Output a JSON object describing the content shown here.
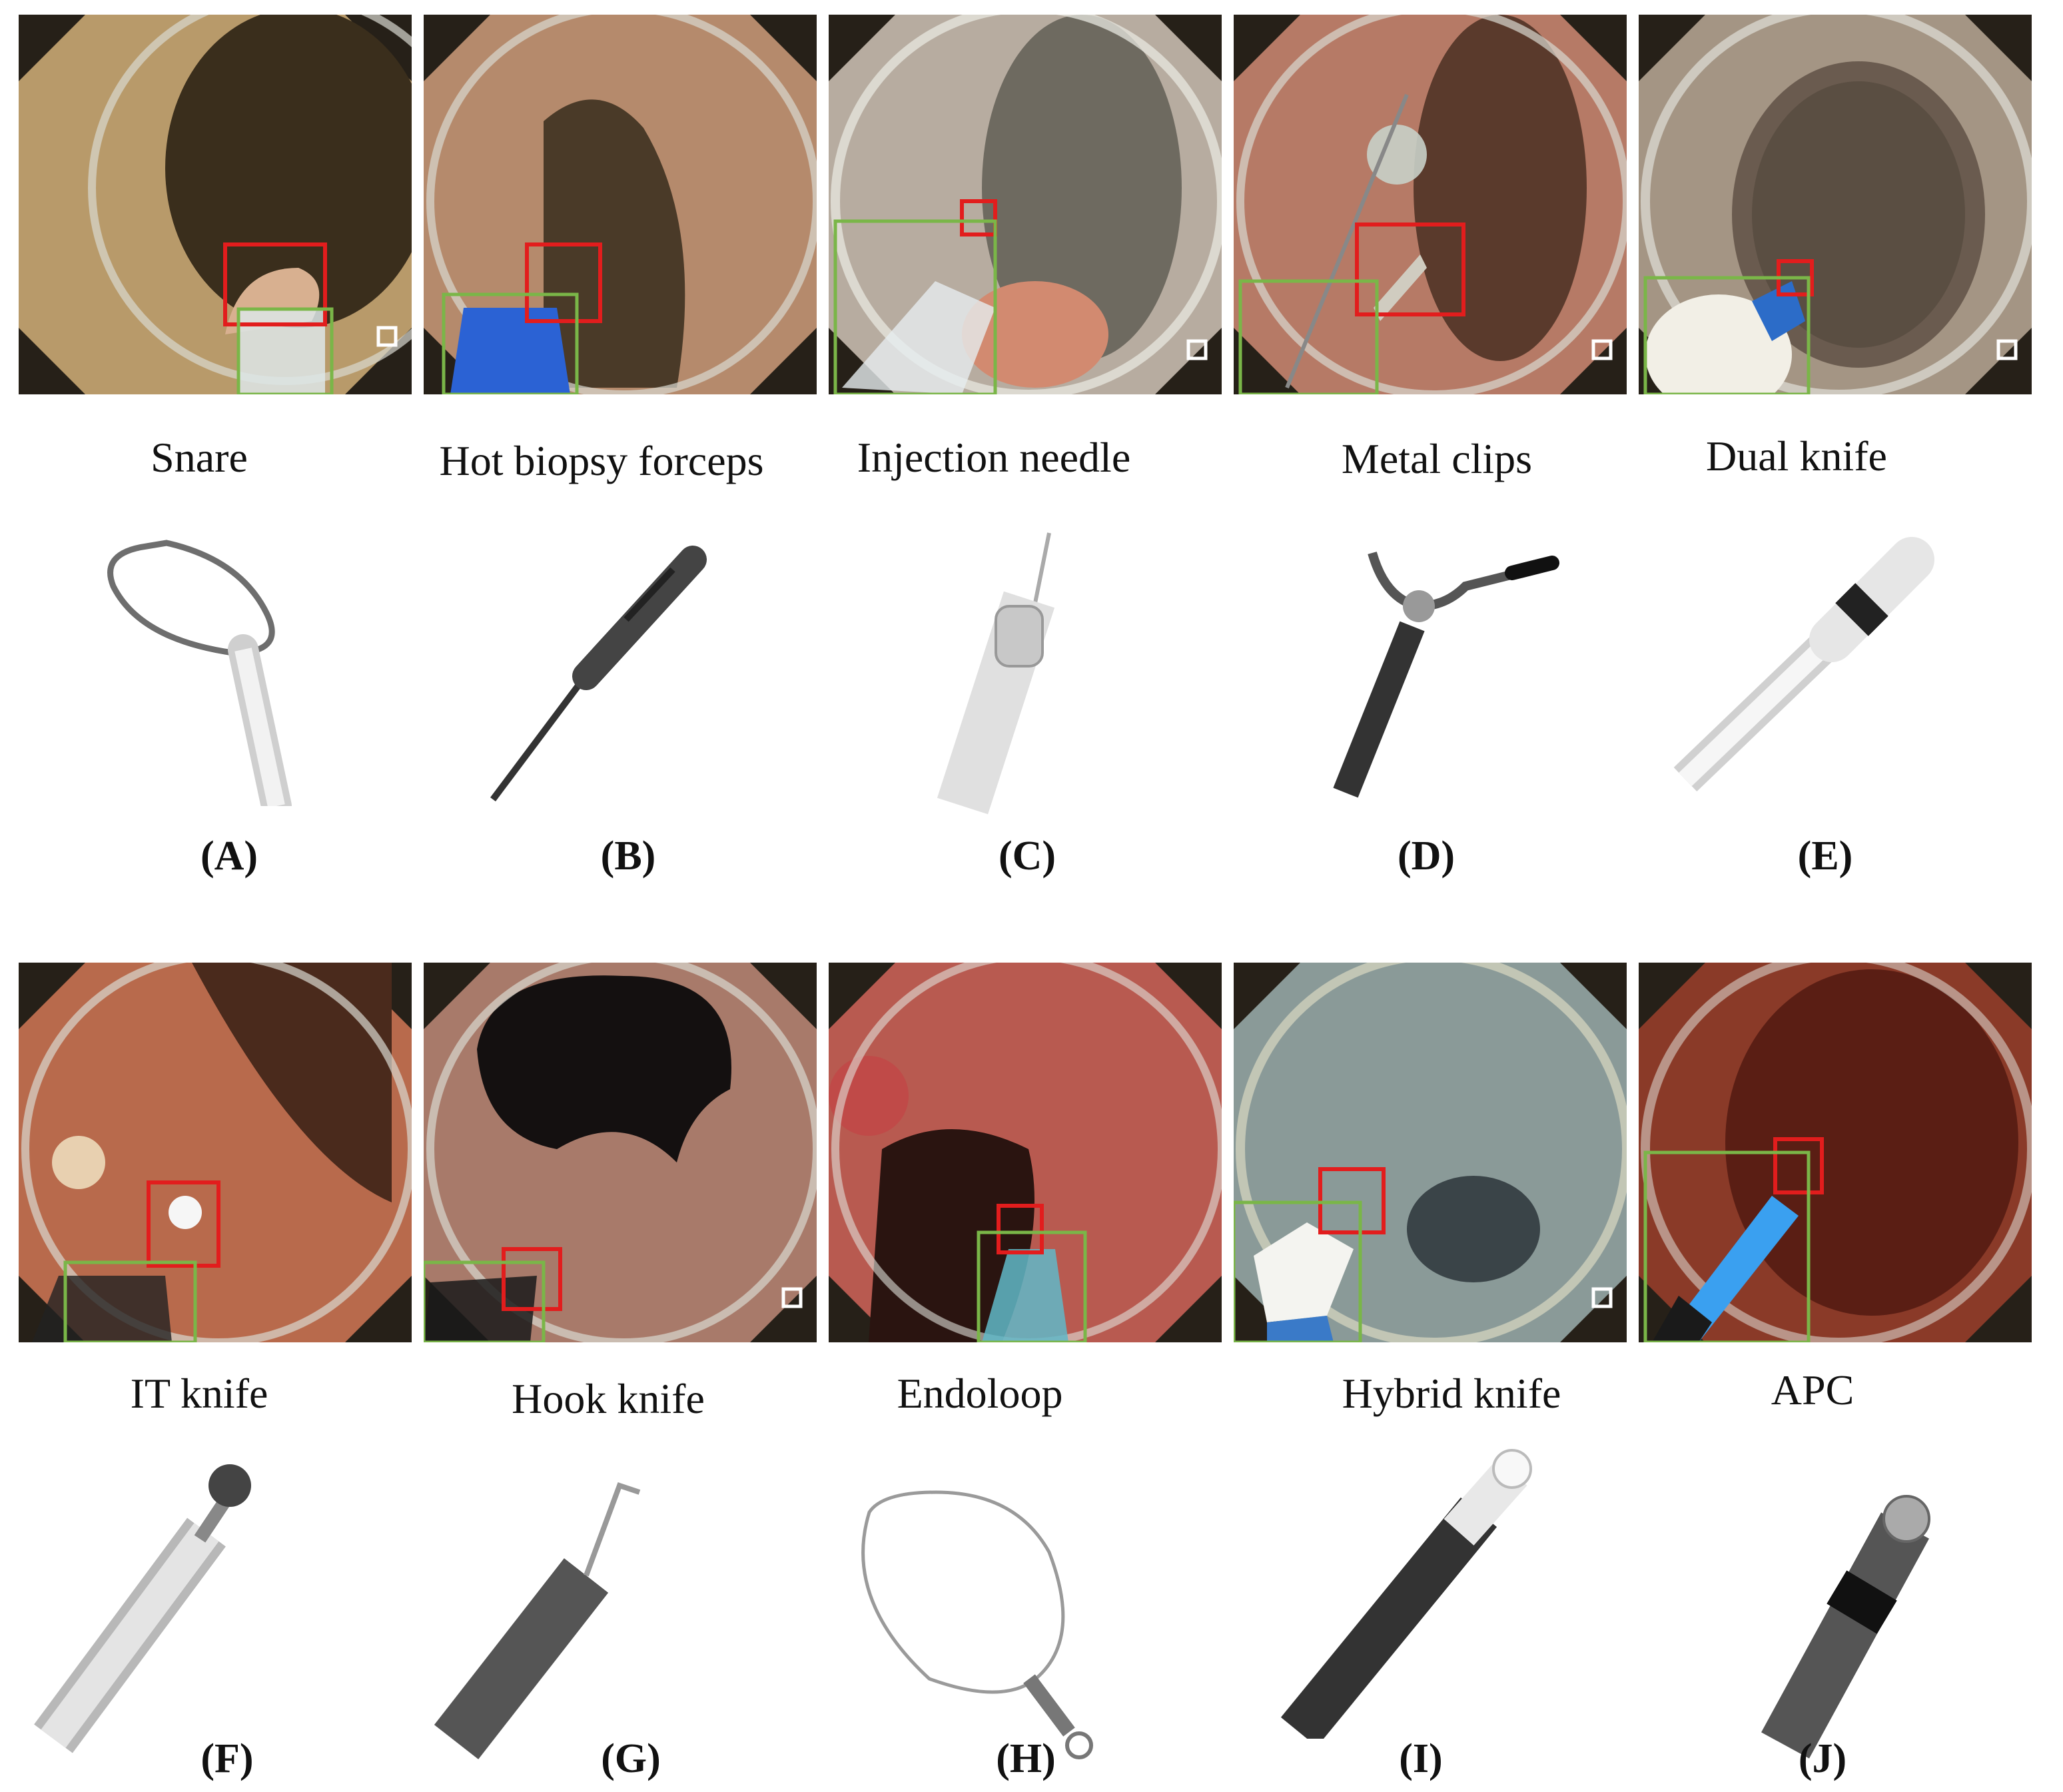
{
  "panels": [
    {
      "letter": "(A)",
      "name": "Snare",
      "icon": "snare-icon",
      "mucosa": "#b89a6a",
      "lumen": "#3a2e1c"
    },
    {
      "letter": "(B)",
      "name": "Hot biopsy forceps",
      "icon": "hot-biopsy-forceps-icon",
      "mucosa": "#b58a6c",
      "lumen": "#4a3a28"
    },
    {
      "letter": "(C)",
      "name": "Injection needle",
      "icon": "injection-needle-icon",
      "mucosa": "#b7aca0",
      "lumen": "#6e6a60"
    },
    {
      "letter": "(D)",
      "name": "Metal clips",
      "icon": "metal-clips-icon",
      "mucosa": "#b67a66",
      "lumen": "#5a3a2c"
    },
    {
      "letter": "(E)",
      "name": "Dual knife",
      "icon": "dual-knife-icon",
      "mucosa": "#a49584",
      "lumen": "#5a4e42"
    },
    {
      "letter": "(F)",
      "name": "IT knife",
      "icon": "it-knife-icon",
      "mucosa": "#b86a4c",
      "lumen": "#4a2a1c"
    },
    {
      "letter": "(G)",
      "name": "Hook knife",
      "icon": "hook-knife-icon",
      "mucosa": "#a87a6a",
      "lumen": "#141010"
    },
    {
      "letter": "(H)",
      "name": "Endoloop",
      "icon": "endoloop-icon",
      "mucosa": "#b85a50",
      "lumen": "#2a1410"
    },
    {
      "letter": "(I)",
      "name": "Hybrid knife",
      "icon": "hybrid-knife-icon",
      "mucosa": "#8a9a98",
      "lumen": "#3a4448"
    },
    {
      "letter": "(J)",
      "name": "APC",
      "icon": "apc-icon",
      "mucosa": "#8a3a28",
      "lumen": "#5a1e14"
    }
  ],
  "colors": {
    "target_box": "#e21d1d",
    "instrument_box": "#7ab648"
  }
}
